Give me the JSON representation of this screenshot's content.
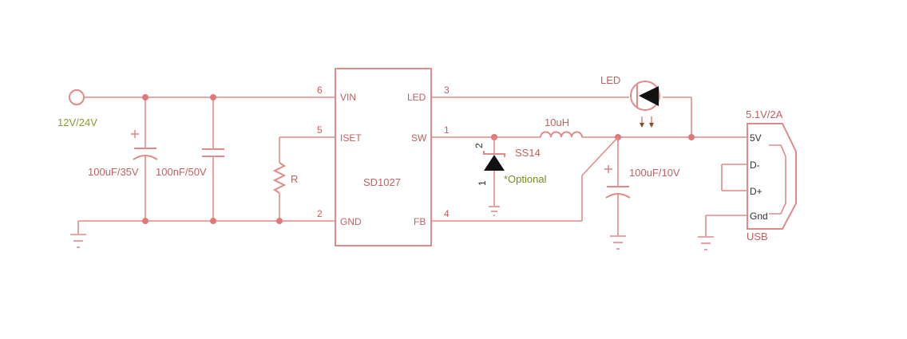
{
  "colors": {
    "wire": "#e08a8a",
    "text": "#c06060",
    "supply_text": "#8a9a30",
    "optional_text": "#7a8a20",
    "diode_fill": "#111111"
  },
  "ic": {
    "name": "SD1027",
    "pins_left": [
      {
        "num": "6",
        "name": "VIN"
      },
      {
        "num": "5",
        "name": "ISET"
      },
      {
        "num": "2",
        "name": "GND"
      }
    ],
    "pins_right": [
      {
        "num": "3",
        "name": "LED"
      },
      {
        "num": "1",
        "name": "SW"
      },
      {
        "num": "4",
        "name": "FB"
      }
    ]
  },
  "supply": {
    "label": "12V/24V"
  },
  "components": {
    "c_in1": "100uF/35V",
    "c_in2": "100nF/50V",
    "resistor": "R",
    "diode": "SS14",
    "diode_pin_top": "2",
    "diode_pin_bottom": "1",
    "optional": "*Optional",
    "inductor": "10uH",
    "c_out": "100uF/10V",
    "led": "LED"
  },
  "usb": {
    "rating": "5.1V/2A",
    "name": "USB",
    "pins": [
      "5V",
      "D-",
      "D+",
      "Gnd"
    ]
  }
}
